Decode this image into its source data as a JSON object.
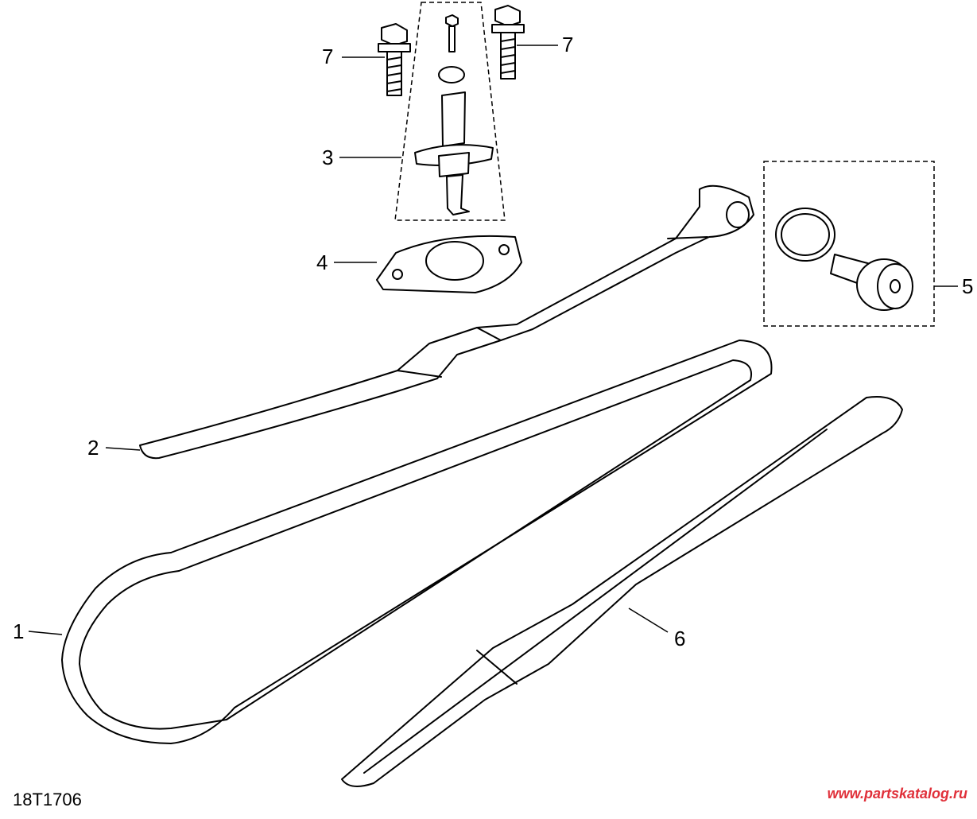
{
  "callouts": [
    {
      "id": "1",
      "label": "1"
    },
    {
      "id": "2",
      "label": "2"
    },
    {
      "id": "3",
      "label": "3"
    },
    {
      "id": "4",
      "label": "4"
    },
    {
      "id": "5",
      "label": "5"
    },
    {
      "id": "6",
      "label": "6"
    },
    {
      "id": "7a",
      "label": "7"
    },
    {
      "id": "7b",
      "label": "7"
    }
  ],
  "figure_code": "18T1706",
  "watermark": {
    "text": "www.partskatalog.ru",
    "color": "#e0303a"
  }
}
